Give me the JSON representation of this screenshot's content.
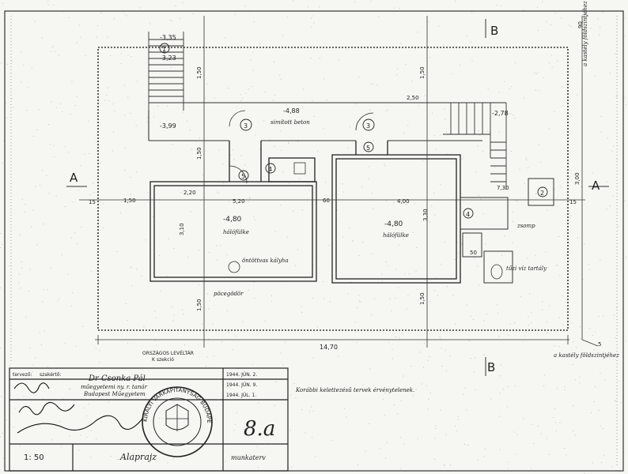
{
  "sections": {
    "a_left": "A",
    "a_right": "A",
    "b_top": "B",
    "b_bottom": "B"
  },
  "levels": {
    "stair_top": "-3,35",
    "stair_mid": "-3,23",
    "stair_bottom": "-3,99",
    "corridor": "-4,88",
    "right_landing": "-2,78",
    "left_room": "-4,80",
    "right_room": "-4,80"
  },
  "labels": {
    "corridor_material": "simított beton",
    "left_room": "hálófülke",
    "right_room": "hálófülke",
    "stove": "öntöttvas kályha",
    "pit": "pöcegödör",
    "cistern": "tűzi víz tartály",
    "sump": "zsomp",
    "kazan_note": "a kastély földszintjéhez",
    "kazan_note2": "a kastély földszintjéhez"
  },
  "circles": {
    "c1": "1",
    "c2": "2",
    "c3a": "3",
    "c3b": "3",
    "c4a": "4",
    "c4b": "4",
    "c5a": "5",
    "c5b": "5"
  },
  "dims": {
    "total_width": "14,70",
    "left_room_w": "5,20",
    "right_room_w": "4,00",
    "h_250": "2,50",
    "w_220": "2,20",
    "d_150a": "1,50",
    "d_150b": "1,50",
    "d_150c": "1,50",
    "d_150d": "1,50",
    "d_150e": "1,50",
    "d_150f": "1,50",
    "d_310": "3,10",
    "d_330": "3,30",
    "d_300": "3,00",
    "d_60": "60",
    "d_90": "90",
    "d_15a": "15",
    "d_15b": "15",
    "d_50": "50",
    "d_5": "5",
    "d_730": "7,30"
  },
  "stamp": {
    "archive": "ORSZÁGOS LEVÉLTÁR",
    "archive_sub": "K szekció",
    "round_seal": "KIRÁLYI VÁRKAPITÁNYSÁG BUDAPEST"
  },
  "title_block": {
    "tervezo_label": "tervező:",
    "szakerto_label": "szakértő:",
    "designer": "Dr Csonka Pál",
    "designer_l2": "műegyetemi ny. r. tanár",
    "designer_l3": "Budapest Műegyetem",
    "dates": [
      "1944. JÚN. 2.",
      "1944. JÚN. 9.",
      "1944. JÚL. 1."
    ],
    "remark": "Korábbi kelettezésű tervek érvénytelenek.",
    "sheet_no": "8.a",
    "scale": "1: 50",
    "drawing_title": "Alaprajz",
    "work_label": "munkaterv"
  }
}
